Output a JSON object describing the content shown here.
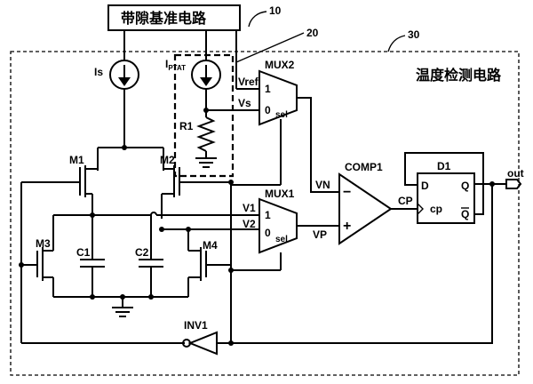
{
  "bandgap": {
    "title": "带隙基准电路"
  },
  "temp_detect": {
    "title": "温度检测电路"
  },
  "refs": {
    "r10": "10",
    "r20": "20",
    "r30": "30"
  },
  "sources": {
    "is": "Is",
    "iptat": "I",
    "iptat_sub": "PTAT"
  },
  "resistor": {
    "label": "R1"
  },
  "mux2": {
    "name": "MUX2",
    "in1": "1",
    "in0": "0",
    "sel": "sel",
    "vref": "Vref",
    "vs": "Vs"
  },
  "mux1": {
    "name": "MUX1",
    "in1": "1",
    "in0": "0",
    "sel": "sel",
    "v1": "V1",
    "v2": "V2"
  },
  "comparator": {
    "name": "COMP1",
    "vn": "VN",
    "vp": "VP",
    "minus": "−",
    "plus": "+"
  },
  "flipflop": {
    "name": "D1",
    "d": "D",
    "q": "Q",
    "qbar": "Q",
    "cp": "cp",
    "cp_net": "CP"
  },
  "transistors": {
    "m1": "M1",
    "m2": "M2",
    "m3": "M3",
    "m4": "M4"
  },
  "capacitors": {
    "c1": "C1",
    "c2": "C2"
  },
  "inverter": {
    "name": "INV1"
  },
  "output": {
    "label": "out"
  }
}
